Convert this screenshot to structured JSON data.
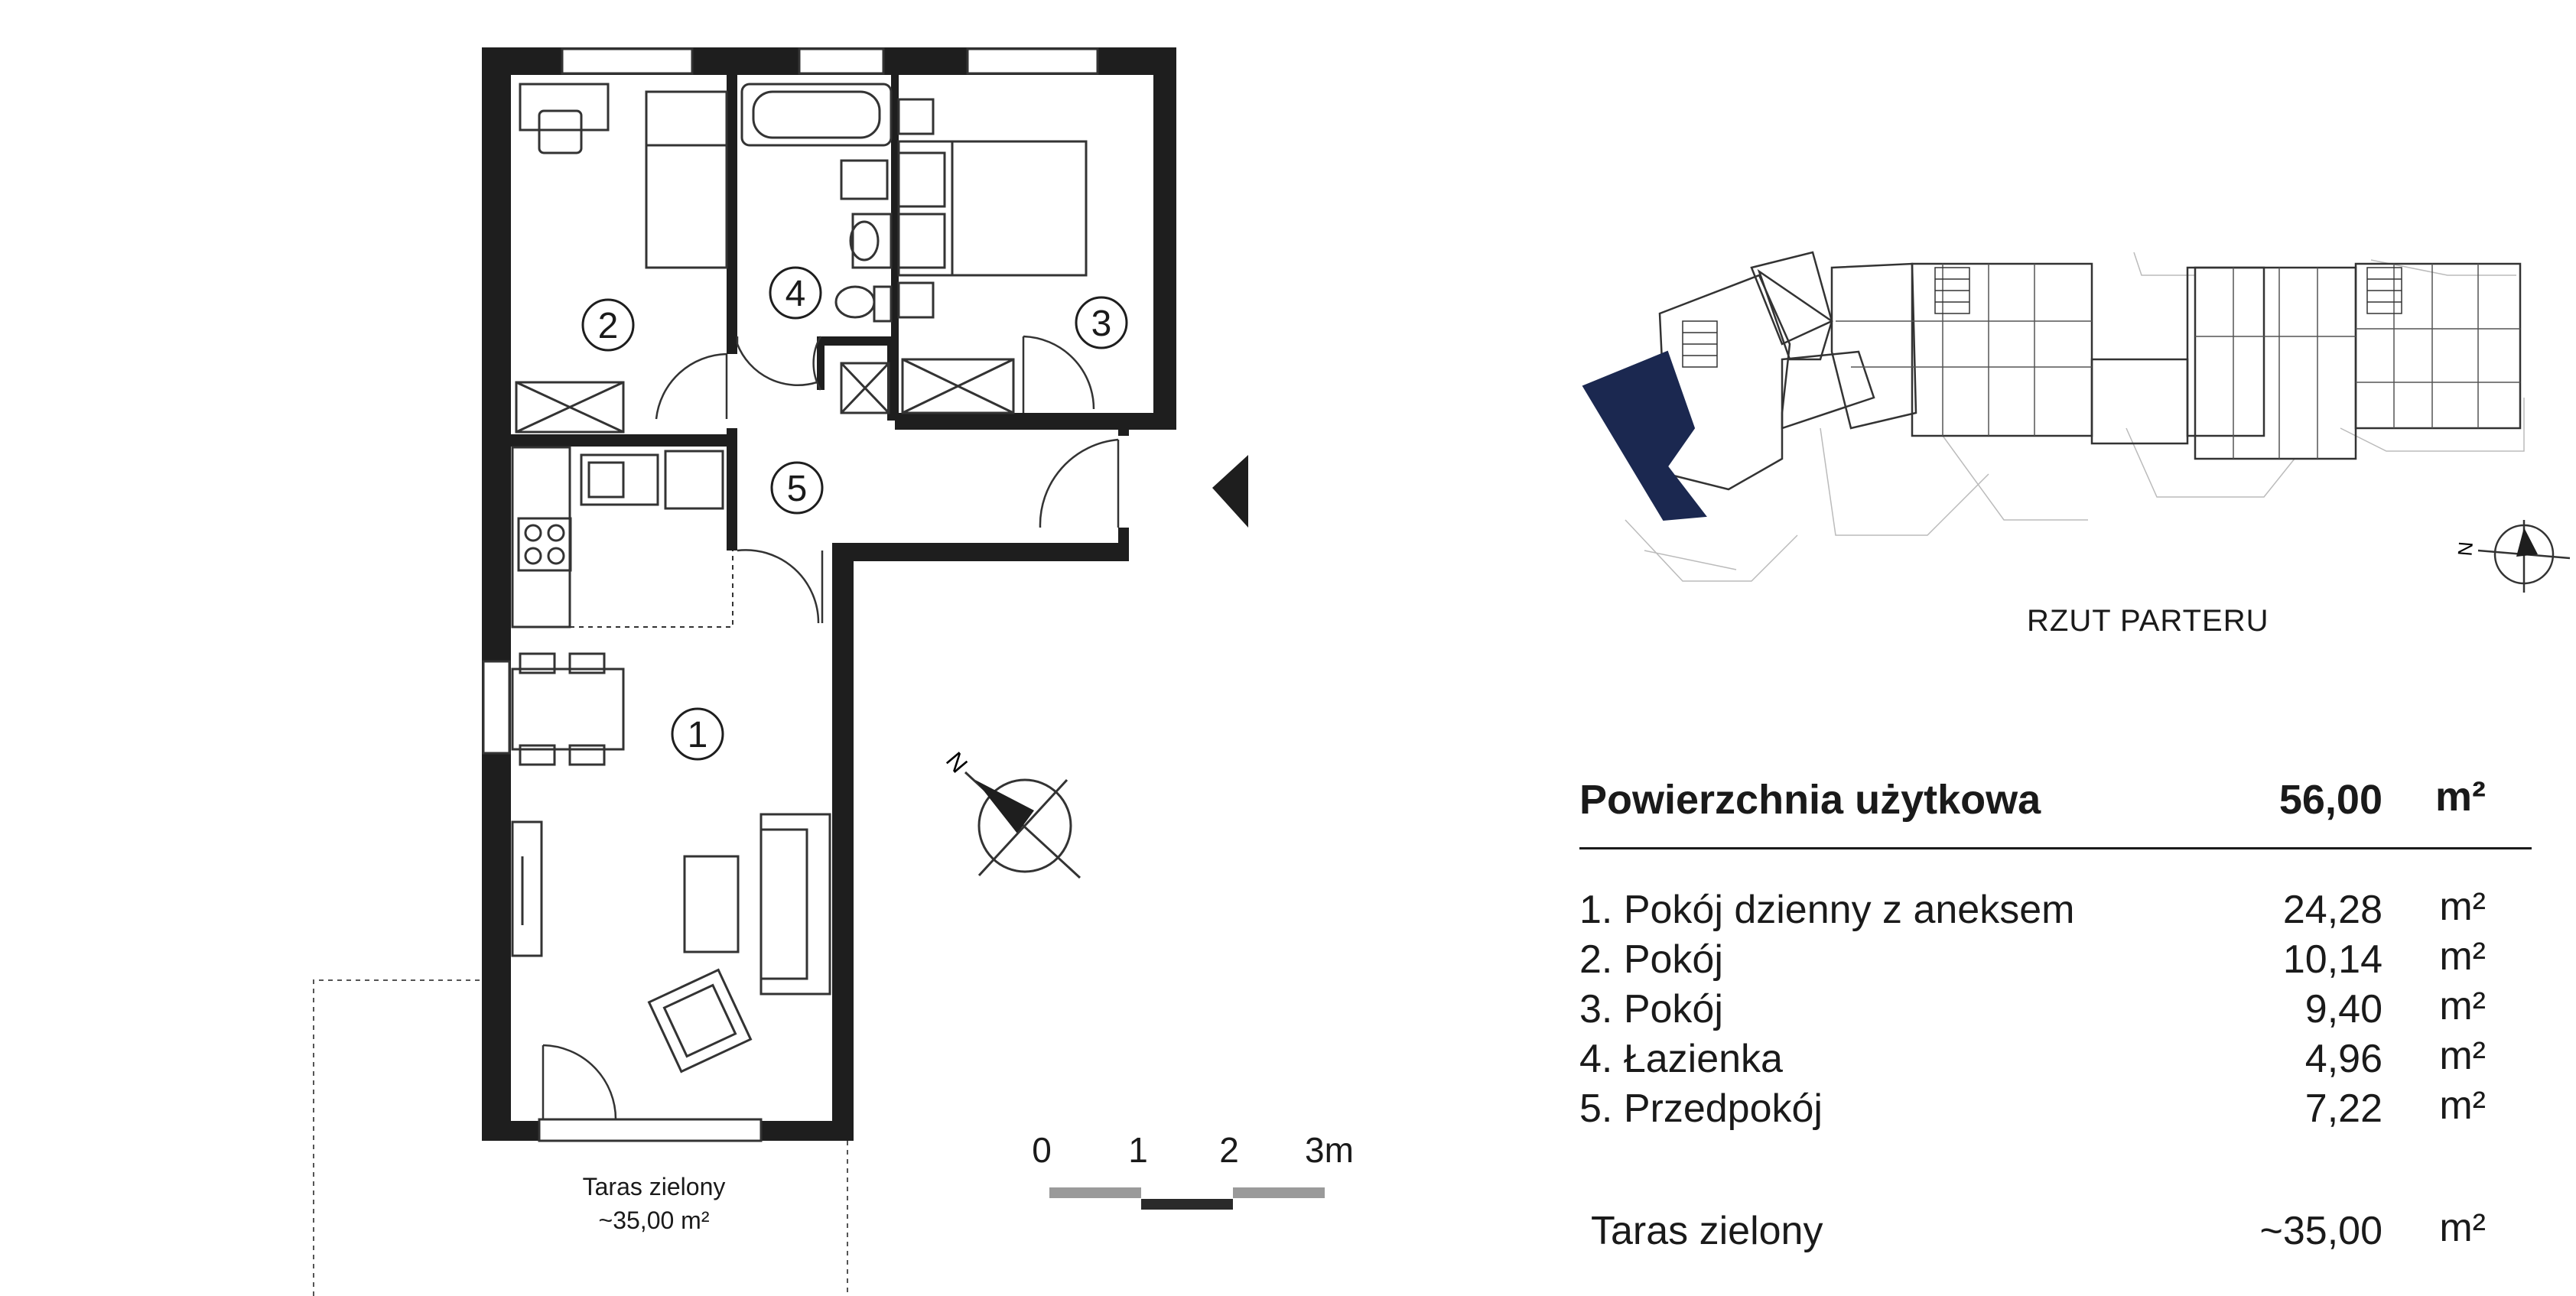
{
  "rooms": [
    {
      "number": "1",
      "name": "1. Pokój dzienny z aneksem",
      "area": "24,28",
      "unit": "m²"
    },
    {
      "number": "2",
      "name": "2. Pokój",
      "area": "10,14",
      "unit": "m²"
    },
    {
      "number": "3",
      "name": "3. Pokój",
      "area": "9,40",
      "unit": "m²"
    },
    {
      "number": "4",
      "name": "4. Łazienka",
      "area": "4,96",
      "unit": "m²"
    },
    {
      "number": "5",
      "name": "5. Przedpokój",
      "area": "7,22",
      "unit": "m²"
    }
  ],
  "summary": {
    "label": "Powierzchnia użytkowa",
    "value": "56,00",
    "unit": "m²"
  },
  "terrace": {
    "label": "Taras zielony",
    "value": "~35,00",
    "unit": "m²",
    "plan_label_line1": "Taras zielony",
    "plan_label_line2": "~35,00 m²"
  },
  "scale_bar": {
    "ticks": [
      "0",
      "1",
      "2",
      "3m"
    ]
  },
  "site_plan": {
    "caption": "RZUT PARTERU"
  },
  "compass": {
    "letter": "N"
  },
  "colors": {
    "wall": "#1e1e1e",
    "highlight": "#1b2850",
    "furniture": "#333333",
    "scale_grey": "#9a9a9a"
  }
}
